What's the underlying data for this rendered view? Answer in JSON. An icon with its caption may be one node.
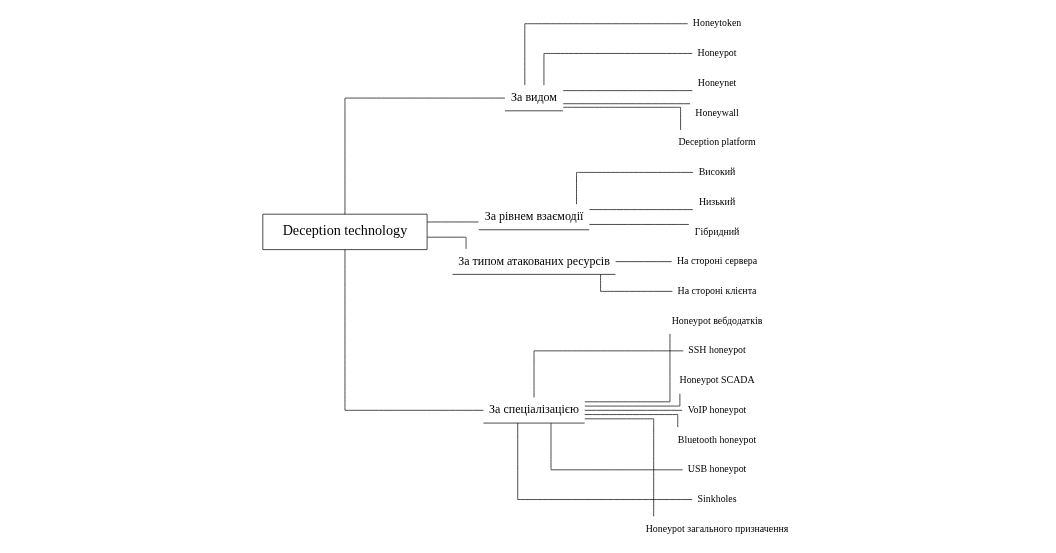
{
  "diagram": {
    "nodes": [
      {
        "text": [
          "Deception technology"
        ]
      },
      {
        "text": [
          "За видом"
        ]
      },
      {
        "text": [
          "Honeytoken"
        ]
      },
      {
        "text": [
          "Honeypot"
        ]
      },
      {
        "text": [
          "Honeynet"
        ]
      },
      {
        "text": [
          "Honeywall"
        ]
      },
      {
        "text": [
          "Deception platform"
        ]
      },
      {
        "text": [
          "За рівнем взаємодії"
        ]
      },
      {
        "text": [
          "Високий"
        ]
      },
      {
        "text": [
          "Низький"
        ]
      },
      {
        "text": [
          "Гібридний"
        ]
      },
      {
        "text": [
          "За типом атакованих ресурсів"
        ]
      },
      {
        "text": [
          "На стороні сервера"
        ]
      },
      {
        "text": [
          "На стороні клієнта"
        ]
      },
      {
        "text": [
          "За спеціалізацією"
        ]
      },
      {
        "text": [
          "Honeypot вебдодатків"
        ]
      },
      {
        "text": [
          "SSH honeypot"
        ]
      },
      {
        "text": [
          "Honeypot SCADA"
        ]
      },
      {
        "text": [
          "VoIP honeypot"
        ]
      },
      {
        "text": [
          "Bluetooth honeypot"
        ]
      },
      {
        "text": [
          "USB honeypot"
        ]
      },
      {
        "text": [
          "Sinkholes"
        ]
      },
      {
        "text": [
          "Honeypot загального призначення"
        ]
      }
    ],
    "edges": [
      {
        "from": 0,
        "to": 1,
        "arrow": "none"
      },
      {
        "from": 0,
        "to": 7,
        "arrow": "none"
      },
      {
        "from": 0,
        "to": 11,
        "arrow": "none"
      },
      {
        "from": 0,
        "to": 14,
        "arrow": "none"
      },
      {
        "from": 1,
        "to": 2,
        "arrow": "none"
      },
      {
        "from": 1,
        "to": 3,
        "arrow": "none"
      },
      {
        "from": 1,
        "to": 4,
        "arrow": "none"
      },
      {
        "from": 1,
        "to": 5,
        "arrow": "none"
      },
      {
        "from": 1,
        "to": 6,
        "arrow": "none"
      },
      {
        "from": 7,
        "to": 8,
        "arrow": "none"
      },
      {
        "from": 7,
        "to": 9,
        "arrow": "none"
      },
      {
        "from": 7,
        "to": 10,
        "arrow": "none"
      },
      {
        "from": 11,
        "to": 12,
        "arrow": "none"
      },
      {
        "from": 11,
        "to": 13,
        "arrow": "none"
      },
      {
        "from": 14,
        "to": 15,
        "arrow": "none"
      },
      {
        "from": 14,
        "to": 16,
        "arrow": "none"
      },
      {
        "from": 14,
        "to": 17,
        "arrow": "none"
      },
      {
        "from": 14,
        "to": 18,
        "arrow": "none"
      },
      {
        "from": 14,
        "to": 19,
        "arrow": "none"
      },
      {
        "from": 14,
        "to": 20,
        "arrow": "none"
      },
      {
        "from": 14,
        "to": 21,
        "arrow": "none"
      },
      {
        "from": 14,
        "to": 22,
        "arrow": "none"
      }
    ]
  }
}
